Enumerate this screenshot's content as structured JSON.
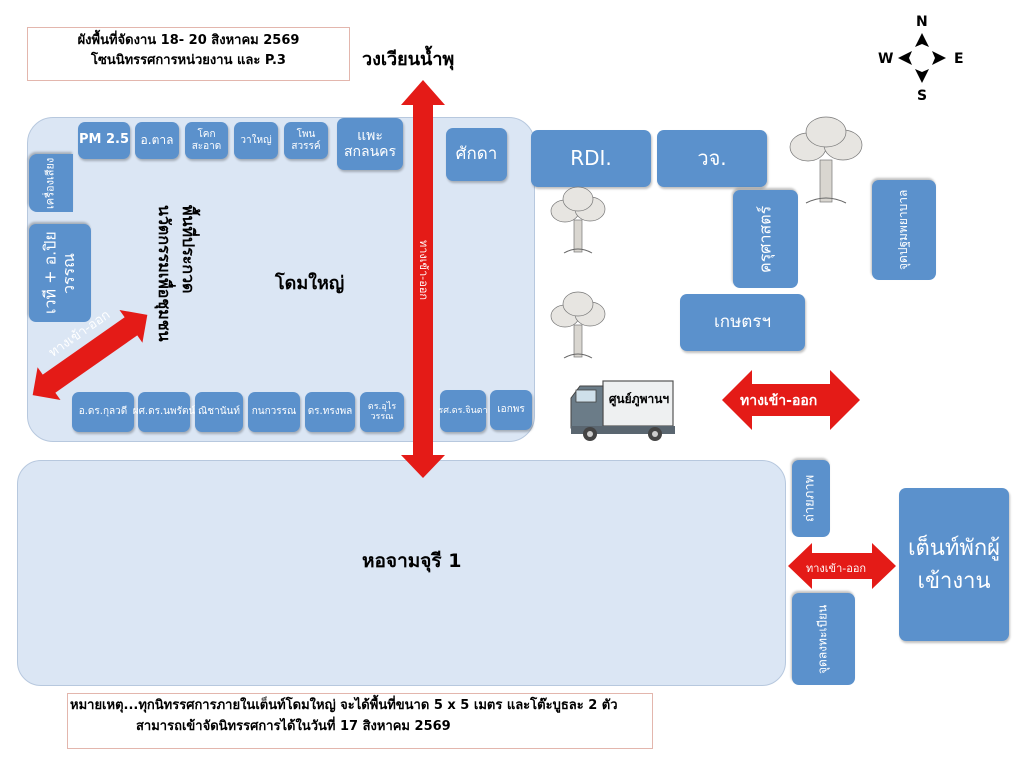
{
  "header": {
    "line1": "ผังพื้นที่จัดงาน 18- 20 สิงหาคม 2569",
    "line2": "โซนนิทรรศการหน่วยงาน และ P.3"
  },
  "road_label": "วงเวียนน้ำพุ",
  "compass": {
    "n": "N",
    "s": "S",
    "e": "E",
    "w": "W"
  },
  "zones": {
    "dome": "โดมใหญ่",
    "innovation": "พื้นที่ประกวดนวัตกรรมเพื่อชุมชน",
    "hall": "หอจามจุรี 1",
    "tent": "เต็นท์พักผู้เข้างาน"
  },
  "booths_top": [
    "PM 2.5",
    "อ.ตาล",
    "โคกสะอาด",
    "วาใหญ่",
    "โพนสวรรค์",
    "แพะสกลนคร"
  ],
  "booths_left": [
    "เครื่องเสียง",
    "เวที + อ.ปิยวรรณ"
  ],
  "booths_bottom": [
    "อ.ดร.กุลวดี",
    "ผศ.ดร.นพรัตน์",
    "ณิชานันท์",
    "กนกวรรณ",
    "ดร.ทรงพล",
    "ดร.อุไรวรรณ",
    "รศ.ดร.จินดา",
    "เอกพร"
  ],
  "booths_right": {
    "sakda": "ศักดา",
    "rdi": "RDI.",
    "wj": "วจ.",
    "kru": "ครุศาสตร์",
    "kaset": "เกษตรฯ",
    "first_aid": "จุดปฐมพยาบาล",
    "photo": "ถ่ายภาพ",
    "register": "จุดลงทะเบียน"
  },
  "truck_label": "ศูนย์ภูพานฯ",
  "arrows": {
    "main": "ทางเข้า-ออก",
    "dome_left": "ทางเข้า-ออก",
    "right": "ทางเข้า-ออก",
    "tent": "ทางเข้า-ออก"
  },
  "note": {
    "line1": "หมายเหตุ...ทุกนิทรรศการภายในเต็นท์โดมใหญ่ จะได้พื้นที่ขนาด 5 x 5 เมตร และโต๊ะบูธละ 2 ตัว",
    "line2": "สามารถเข้าจัดนิทรรศการได้ในวันที่ 17 สิงหาคม 2569"
  },
  "colors": {
    "booth": "#5b91cc",
    "zone": "#dbe6f4",
    "arrow": "#e41b17"
  }
}
